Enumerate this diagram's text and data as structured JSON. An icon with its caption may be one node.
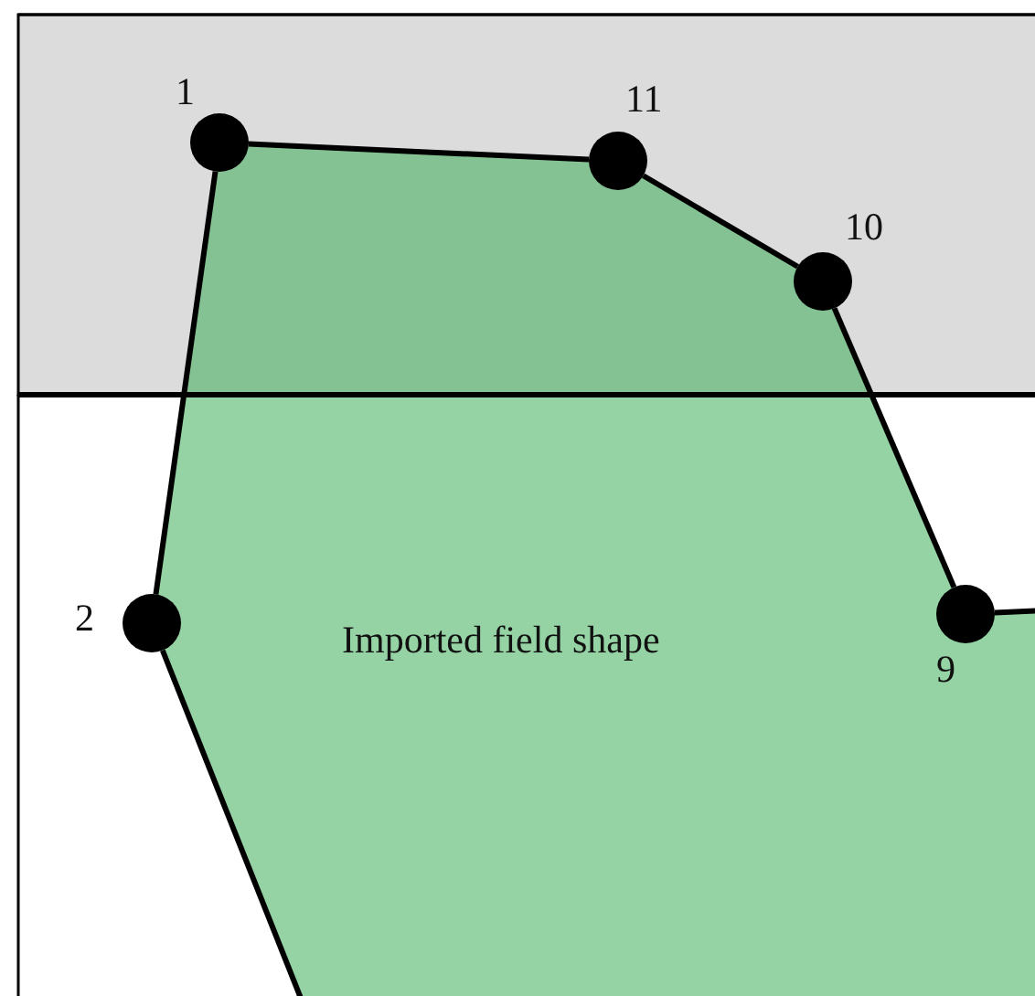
{
  "diagram": {
    "nodes": [
      {
        "text": [
          "Imported field shape"
        ]
      },
      {
        "text": [],
        "shape": "circle",
        "beside": [
          "1"
        ]
      },
      {
        "text": [],
        "shape": "circle",
        "beside": [
          "11"
        ]
      },
      {
        "text": [],
        "shape": "circle",
        "beside": [
          "10"
        ]
      },
      {
        "text": [],
        "shape": "circle",
        "beside": [
          "9"
        ]
      },
      {
        "text": [],
        "shape": "circle",
        "beside": [
          "2"
        ]
      }
    ],
    "edges": [
      {
        "from": 5,
        "to": 1,
        "arrow": "none"
      },
      {
        "from": 1,
        "to": 2,
        "arrow": "none"
      },
      {
        "from": 2,
        "to": 3,
        "arrow": "none"
      },
      {
        "from": 3,
        "to": 4,
        "arrow": "none"
      },
      {
        "from": 4,
        "to": null,
        "arrow": "none"
      },
      {
        "from": 5,
        "to": null,
        "arrow": "none"
      }
    ]
  }
}
